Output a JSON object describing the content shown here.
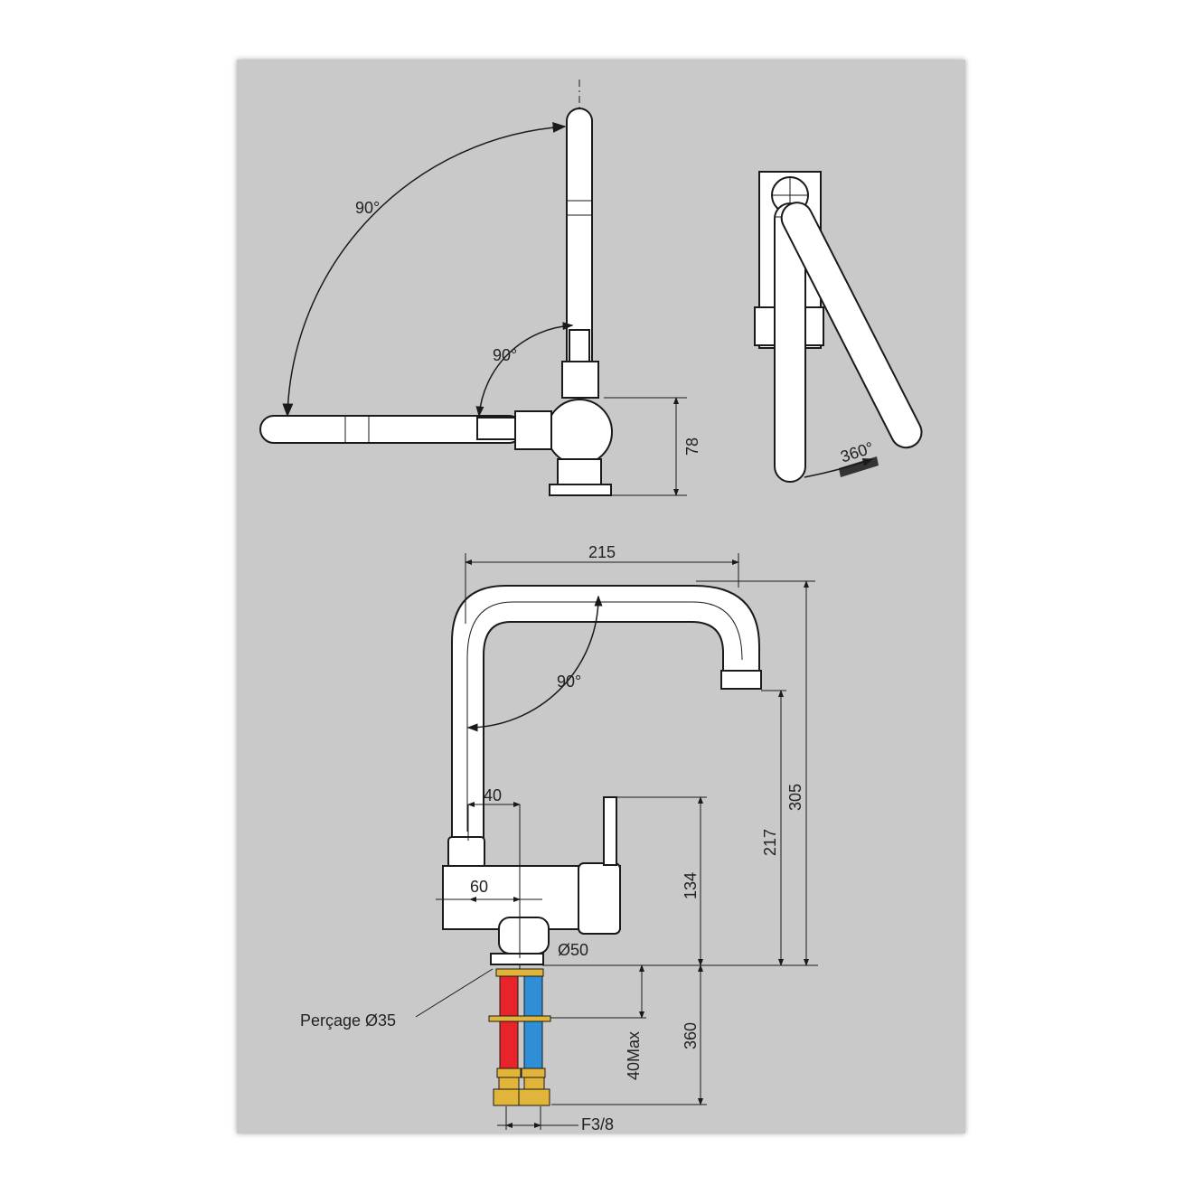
{
  "labels": {
    "side_view_arc_large": "90°",
    "side_view_arc_small": "90°",
    "side_view_height": "78",
    "top_view_rotation": "360°",
    "front_width": "215",
    "front_arc": "90°",
    "front_height_total": "305",
    "front_height_spout": "217",
    "front_height_lever": "134",
    "front_offset_40": "40",
    "front_body_60": "60",
    "front_base_diameter": "Ø50",
    "drilling": "Perçage Ø35",
    "hose_length": "360",
    "max_thickness": "40Max",
    "thread": "F3/8"
  },
  "colors": {
    "sheet_background": "#c9c9c9",
    "hot_hose": "#e8242a",
    "cold_hose": "#2e8fd6",
    "fittings": "#e0b53a"
  }
}
